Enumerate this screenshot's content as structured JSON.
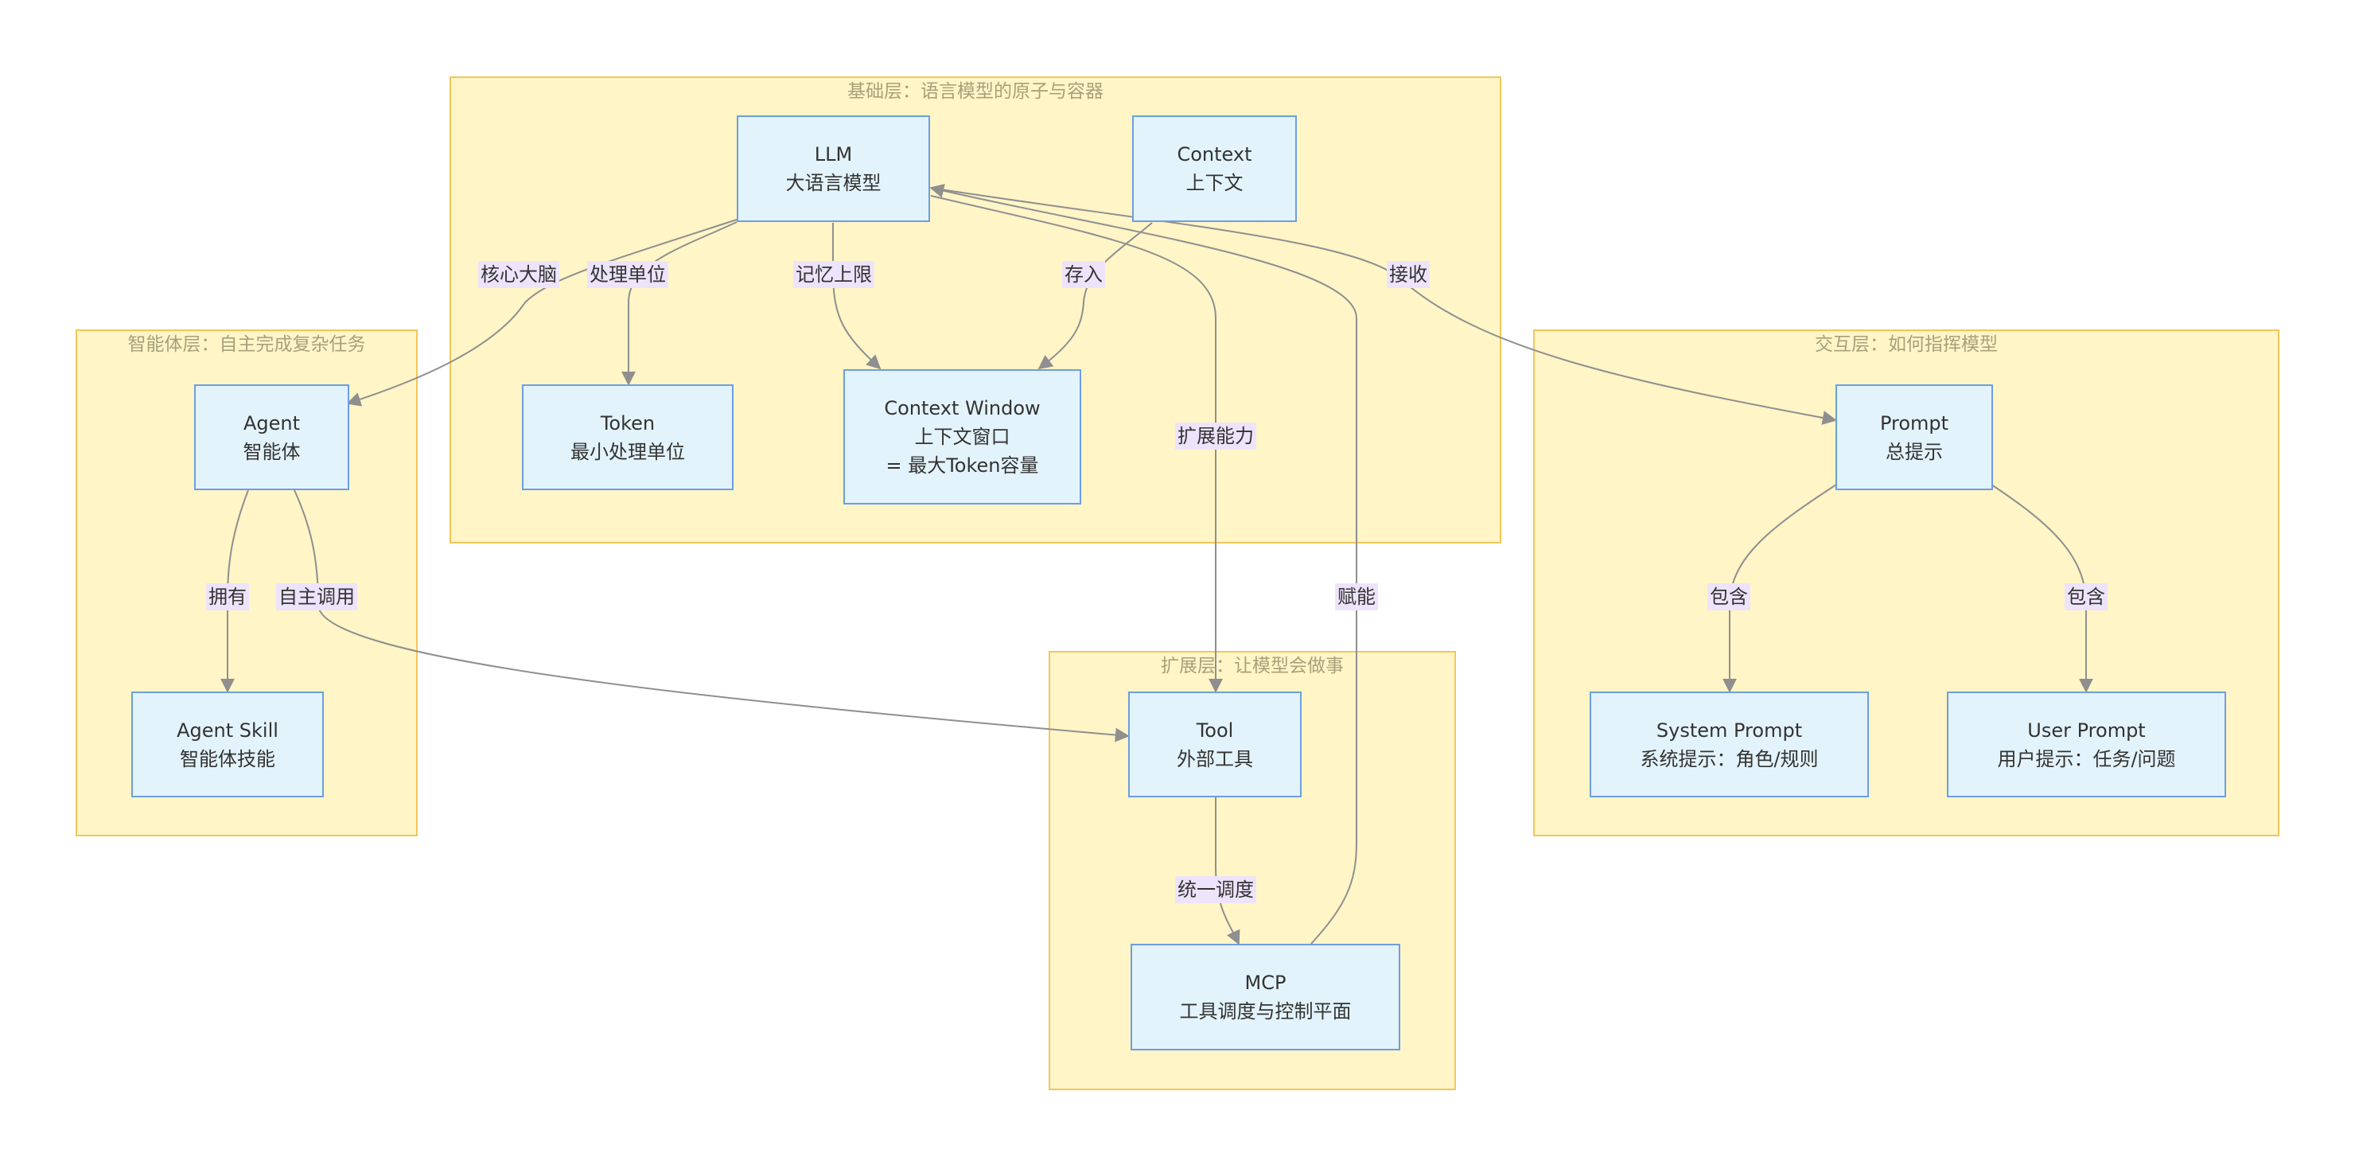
{
  "clusters": {
    "foundation": {
      "title": "基础层：语言模型的原子与容器"
    },
    "agent": {
      "title": "智能体层：自主完成复杂任务"
    },
    "interaction": {
      "title": "交互层：如何指挥模型"
    },
    "extension": {
      "title": "扩展层：让模型会做事"
    }
  },
  "nodes": {
    "llm": {
      "line1": "LLM",
      "line2": "大语言模型"
    },
    "context": {
      "line1": "Context",
      "line2": "上下文"
    },
    "token": {
      "line1": "Token",
      "line2": "最小处理单位"
    },
    "context_window": {
      "line1": "Context Window",
      "line2": "上下文窗口",
      "line3": "= 最大Token容量"
    },
    "agent": {
      "line1": "Agent",
      "line2": "智能体"
    },
    "agent_skill": {
      "line1": "Agent Skill",
      "line2": "智能体技能"
    },
    "prompt": {
      "line1": "Prompt",
      "line2": "总提示"
    },
    "system_prompt": {
      "line1": "System Prompt",
      "line2": "系统提示：角色/规则"
    },
    "user_prompt": {
      "line1": "User Prompt",
      "line2": "用户提示：任务/问题"
    },
    "tool": {
      "line1": "Tool",
      "line2": "外部工具"
    },
    "mcp": {
      "line1": "MCP",
      "line2": "工具调度与控制平面"
    }
  },
  "edges": {
    "core_brain": "核心大脑",
    "processing_unit": "处理单位",
    "memory_limit": "记忆上限",
    "store_in": "存入",
    "receive": "接收",
    "extend_capability": "扩展能力",
    "empower": "赋能",
    "has": "拥有",
    "self_invoke": "自主调用",
    "contains_system": "包含",
    "contains_user": "包含",
    "unified_dispatch": "统一调度"
  },
  "colors": {
    "cluster_fill": "#fff5c7",
    "cluster_border": "#f0c75a",
    "node_fill": "#e3f3fb",
    "node_border": "#6d9ee0",
    "edge_stroke": "#8f8f8f",
    "label_fill": "#ede4fb"
  }
}
